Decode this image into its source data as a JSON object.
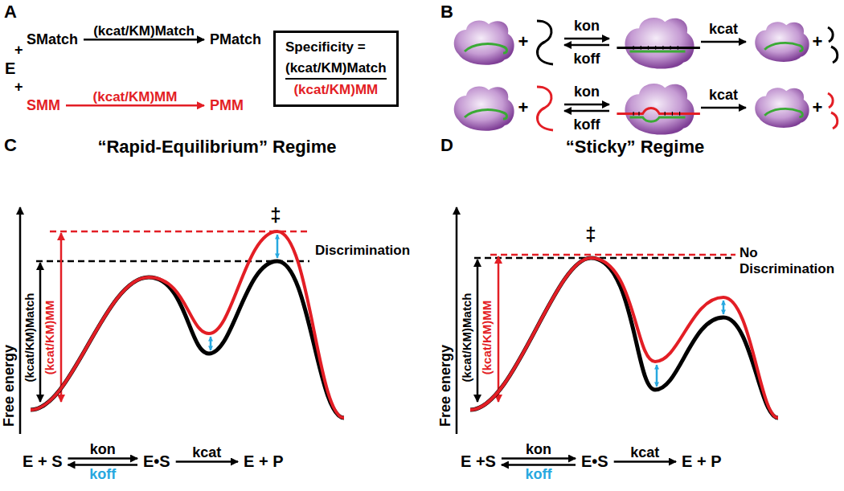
{
  "diagram": {
    "nodes": [
      {
        "text": [
          "SMatch"
        ]
      },
      {
        "text": [
          "PMatch"
        ]
      },
      {
        "text": [
          "SMM"
        ]
      },
      {
        "text": [
          "PMM"
        ]
      },
      {
        "text": [
          "Specificity =",
          "(kcat/KM)Match",
          "(kcat/KM)MM"
        ]
      },
      {
        "text": [
          "E + S"
        ]
      },
      {
        "text": [
          "E•S"
        ]
      },
      {
        "text": [
          "E + P"
        ]
      },
      {
        "text": [
          "E +S"
        ]
      },
      {
        "text": [
          "E•S"
        ]
      },
      {
        "text": [
          "E + P"
        ]
      }
    ],
    "edges": [
      {
        "from": 0,
        "to": 1,
        "arrow": "to",
        "label": "(kcat/KM)Match"
      },
      {
        "from": 2,
        "to": 3,
        "arrow": "to",
        "label": "(kcat/KM)MM"
      },
      {
        "from": 5,
        "to": 6,
        "arrow": "to",
        "label": "kon"
      },
      {
        "from": 6,
        "to": 5,
        "arrow": "to",
        "label": "koff"
      },
      {
        "from": 6,
        "to": 7,
        "arrow": "to",
        "label": "kcat"
      },
      {
        "from": 8,
        "to": 9,
        "arrow": "to",
        "label": "kon"
      },
      {
        "from": 9,
        "to": 8,
        "arrow": "to",
        "label": "koff"
      },
      {
        "from": 9,
        "to": 10,
        "arrow": "to",
        "label": "kcat"
      }
    ],
    "labels": [
      "A",
      "B",
      "C",
      "D",
      "E",
      "+",
      "+",
      "+",
      "kon",
      "koff",
      "kcat",
      "+",
      "+",
      "kon",
      "koff",
      "kcat",
      "+",
      "“Rapid-Equilibrium” Regime",
      "‡",
      "Discrimination",
      "Free energy",
      "(kcat/KM)Match",
      "(kcat/KM)MM",
      "“Sticky” Regime",
      "‡",
      "No Discrimination",
      "Free energy",
      "(kcat/KM)Match",
      "(kcat/KM)MM"
    ]
  }
}
